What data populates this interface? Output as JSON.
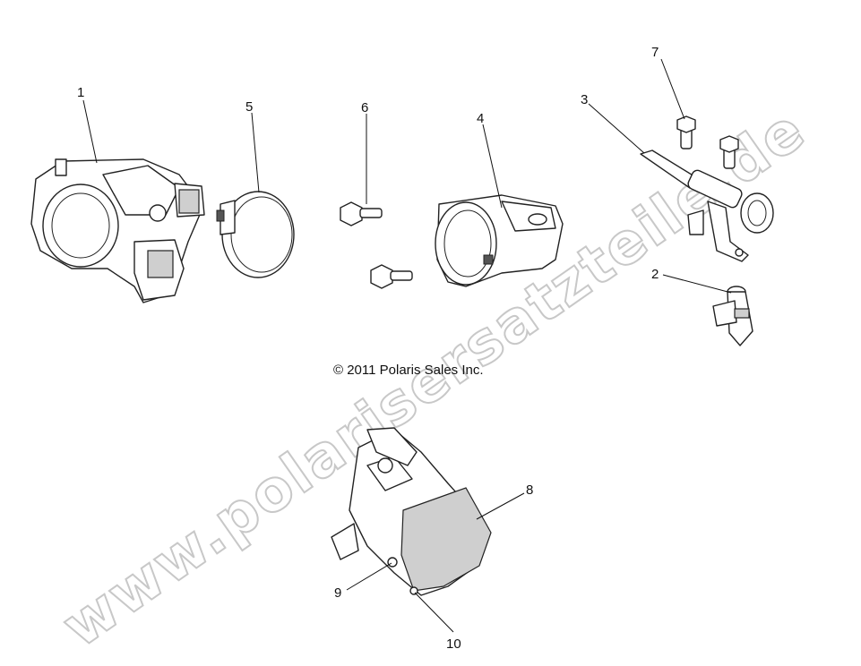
{
  "copyright": "© 2011 Polaris Sales Inc.",
  "watermark": "www.polarisersatzteile.de",
  "callouts": [
    {
      "id": "1",
      "label": "1"
    },
    {
      "id": "2",
      "label": "2"
    },
    {
      "id": "3",
      "label": "3"
    },
    {
      "id": "4",
      "label": "4"
    },
    {
      "id": "5",
      "label": "5"
    },
    {
      "id": "6",
      "label": "6"
    },
    {
      "id": "7",
      "label": "7"
    },
    {
      "id": "8",
      "label": "8"
    },
    {
      "id": "9",
      "label": "9"
    },
    {
      "id": "10",
      "label": "10"
    }
  ],
  "parts": [
    {
      "callout": "1",
      "icon": "throttle-body-icon"
    },
    {
      "callout": "2",
      "icon": "fuel-injector-icon"
    },
    {
      "callout": "3",
      "icon": "fuel-rail-icon"
    },
    {
      "callout": "4",
      "icon": "intake-adapter-icon"
    },
    {
      "callout": "5",
      "icon": "hose-clamp-icon"
    },
    {
      "callout": "6",
      "icon": "bolt-icon"
    },
    {
      "callout": "7",
      "icon": "bolt-icon"
    },
    {
      "callout": "8",
      "icon": "throttle-body-rear-icon"
    },
    {
      "callout": "9",
      "icon": "screw-icon"
    },
    {
      "callout": "10",
      "icon": "screw-icon"
    }
  ]
}
